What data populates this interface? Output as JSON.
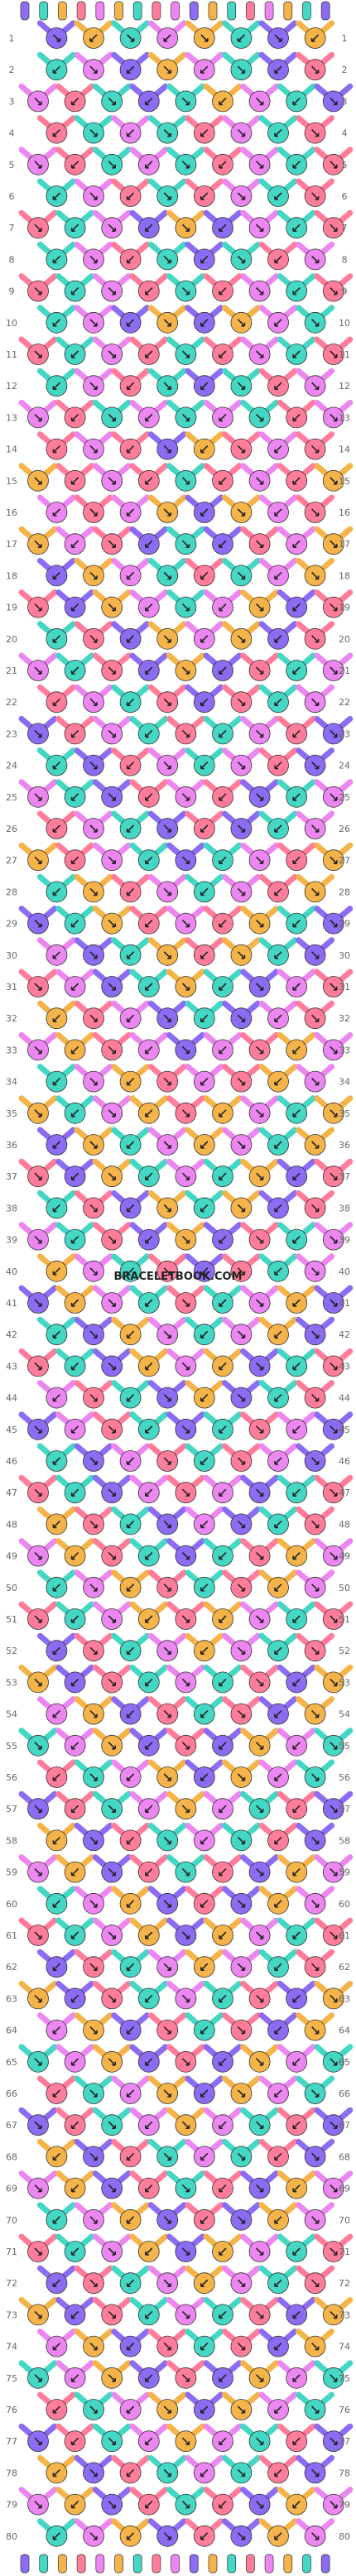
{
  "diagram": {
    "watermark": "BRACELETBOOK.COM",
    "row_count": 80,
    "colors": {
      "A": "#8b6cf2",
      "B": "#f5b44a",
      "C": "#ec86f0",
      "D": "#44d7c3",
      "E": "#ff7d9a"
    },
    "thread_order": [
      "A",
      "D",
      "B",
      "E",
      "C",
      "B",
      "D",
      "E",
      "C",
      "A",
      "B",
      "D",
      "E",
      "C",
      "B",
      "D",
      "A"
    ],
    "knot_rows": [
      [
        "A",
        "B",
        "D",
        "C",
        "B",
        "D",
        "A",
        "B"
      ],
      [
        "D",
        "C",
        "A",
        "B",
        "C",
        "D",
        "A",
        "E"
      ],
      [
        "C",
        "E",
        "D",
        "A",
        "D",
        "B",
        "C",
        "D",
        "A"
      ],
      [
        "E",
        "D",
        "C",
        "D",
        "E",
        "C",
        "D",
        "E"
      ],
      [
        "C",
        "E",
        "D",
        "C",
        "D",
        "E",
        "C",
        "D",
        "E"
      ],
      [
        "D",
        "C",
        "E",
        "D",
        "E",
        "C",
        "D",
        "E"
      ],
      [
        "E",
        "D",
        "C",
        "A",
        "B",
        "A",
        "C",
        "D",
        "E"
      ],
      [
        "D",
        "C",
        "E",
        "D",
        "A",
        "D",
        "E",
        "C"
      ],
      [
        "E",
        "D",
        "C",
        "E",
        "D",
        "E",
        "C",
        "D",
        "E"
      ],
      [
        "D",
        "C",
        "A",
        "B",
        "A",
        "B",
        "C",
        "D"
      ],
      [
        "E",
        "D",
        "C",
        "E",
        "D",
        "E",
        "C",
        "D",
        "E"
      ],
      [
        "D",
        "C",
        "E",
        "D",
        "A",
        "D",
        "E",
        "C"
      ],
      [
        "C",
        "E",
        "D",
        "C",
        "D",
        "C",
        "D",
        "E",
        "C"
      ],
      [
        "E",
        "C",
        "E",
        "A",
        "B",
        "E",
        "C",
        "E"
      ],
      [
        "B",
        "E",
        "C",
        "E",
        "D",
        "E",
        "C",
        "E",
        "B"
      ],
      [
        "C",
        "E",
        "C",
        "B",
        "A",
        "B",
        "C",
        "E"
      ],
      [
        "B",
        "C",
        "E",
        "A",
        "D",
        "A",
        "E",
        "C",
        "B"
      ],
      [
        "A",
        "B",
        "C",
        "D",
        "E",
        "D",
        "C",
        "B"
      ],
      [
        "E",
        "A",
        "B",
        "C",
        "D",
        "C",
        "B",
        "A",
        "E"
      ],
      [
        "D",
        "E",
        "A",
        "B",
        "C",
        "B",
        "A",
        "E"
      ],
      [
        "C",
        "D",
        "E",
        "A",
        "B",
        "A",
        "E",
        "D",
        "C"
      ],
      [
        "E",
        "C",
        "D",
        "E",
        "A",
        "E",
        "D",
        "C"
      ],
      [
        "A",
        "E",
        "C",
        "D",
        "E",
        "D",
        "C",
        "E",
        "A"
      ],
      [
        "D",
        "A",
        "E",
        "C",
        "D",
        "C",
        "E",
        "A"
      ],
      [
        "C",
        "D",
        "A",
        "E",
        "C",
        "E",
        "A",
        "D",
        "C"
      ],
      [
        "E",
        "C",
        "D",
        "A",
        "E",
        "A",
        "D",
        "C"
      ],
      [
        "B",
        "E",
        "C",
        "D",
        "A",
        "D",
        "C",
        "E",
        "B"
      ],
      [
        "D",
        "B",
        "E",
        "C",
        "D",
        "C",
        "E",
        "B"
      ],
      [
        "A",
        "D",
        "B",
        "E",
        "C",
        "E",
        "B",
        "D",
        "A"
      ],
      [
        "C",
        "A",
        "D",
        "B",
        "E",
        "B",
        "D",
        "A"
      ],
      [
        "E",
        "C",
        "A",
        "D",
        "B",
        "D",
        "A",
        "C",
        "E"
      ],
      [
        "B",
        "E",
        "C",
        "A",
        "D",
        "A",
        "C",
        "E"
      ],
      [
        "C",
        "B",
        "E",
        "C",
        "A",
        "C",
        "E",
        "B",
        "C"
      ],
      [
        "D",
        "C",
        "B",
        "E",
        "C",
        "E",
        "B",
        "C"
      ],
      [
        "B",
        "D",
        "C",
        "B",
        "E",
        "B",
        "C",
        "D",
        "B"
      ],
      [
        "A",
        "B",
        "D",
        "C",
        "B",
        "C",
        "D",
        "B"
      ],
      [
        "E",
        "A",
        "B",
        "D",
        "C",
        "D",
        "B",
        "A",
        "E"
      ],
      [
        "D",
        "E",
        "A",
        "B",
        "D",
        "B",
        "A",
        "E"
      ],
      [
        "C",
        "D",
        "E",
        "A",
        "B",
        "A",
        "E",
        "D",
        "C"
      ],
      [
        "B",
        "C",
        "D",
        "E",
        "A",
        "E",
        "D",
        "C"
      ],
      [
        "A",
        "B",
        "C",
        "D",
        "E",
        "D",
        "C",
        "B",
        "A"
      ],
      [
        "D",
        "A",
        "B",
        "C",
        "D",
        "C",
        "B",
        "A"
      ],
      [
        "E",
        "D",
        "A",
        "B",
        "C",
        "B",
        "A",
        "D",
        "E"
      ],
      [
        "C",
        "E",
        "D",
        "A",
        "B",
        "A",
        "D",
        "E"
      ],
      [
        "A",
        "C",
        "E",
        "D",
        "A",
        "D",
        "E",
        "C",
        "A"
      ],
      [
        "D",
        "A",
        "C",
        "E",
        "D",
        "E",
        "C",
        "A"
      ],
      [
        "E",
        "D",
        "A",
        "C",
        "E",
        "C",
        "A",
        "D",
        "E"
      ],
      [
        "B",
        "E",
        "D",
        "A",
        "C",
        "A",
        "D",
        "E"
      ],
      [
        "C",
        "B",
        "E",
        "D",
        "A",
        "D",
        "E",
        "B",
        "C"
      ],
      [
        "D",
        "C",
        "B",
        "E",
        "D",
        "E",
        "B",
        "C"
      ],
      [
        "E",
        "D",
        "C",
        "B",
        "E",
        "B",
        "C",
        "D",
        "E"
      ],
      [
        "A",
        "E",
        "D",
        "C",
        "B",
        "C",
        "D",
        "E"
      ],
      [
        "B",
        "A",
        "E",
        "D",
        "C",
        "D",
        "E",
        "A",
        "B"
      ],
      [
        "C",
        "B",
        "A",
        "E",
        "D",
        "E",
        "A",
        "B"
      ],
      [
        "D",
        "C",
        "B",
        "A",
        "E",
        "A",
        "B",
        "C",
        "D"
      ],
      [
        "E",
        "D",
        "C",
        "B",
        "A",
        "B",
        "C",
        "D"
      ],
      [
        "A",
        "E",
        "D",
        "C",
        "B",
        "C",
        "D",
        "E",
        "A"
      ],
      [
        "B",
        "A",
        "E",
        "D",
        "C",
        "D",
        "E",
        "A"
      ],
      [
        "C",
        "B",
        "A",
        "E",
        "D",
        "E",
        "A",
        "B",
        "C"
      ],
      [
        "D",
        "C",
        "B",
        "A",
        "E",
        "A",
        "B",
        "C"
      ],
      [
        "E",
        "D",
        "C",
        "B",
        "A",
        "B",
        "C",
        "D",
        "E"
      ],
      [
        "A",
        "E",
        "D",
        "C",
        "B",
        "C",
        "D",
        "E"
      ],
      [
        "B",
        "A",
        "E",
        "D",
        "C",
        "D",
        "E",
        "A",
        "B"
      ],
      [
        "C",
        "B",
        "A",
        "E",
        "D",
        "E",
        "A",
        "B"
      ],
      [
        "D",
        "C",
        "B",
        "A",
        "E",
        "A",
        "B",
        "C",
        "D"
      ],
      [
        "E",
        "D",
        "C",
        "B",
        "A",
        "B",
        "C",
        "D"
      ],
      [
        "A",
        "E",
        "D",
        "C",
        "B",
        "C",
        "D",
        "E",
        "A"
      ],
      [
        "B",
        "A",
        "E",
        "D",
        "C",
        "D",
        "E",
        "A"
      ],
      [
        "C",
        "B",
        "A",
        "E",
        "D",
        "E",
        "A",
        "B",
        "C"
      ],
      [
        "D",
        "C",
        "B",
        "A",
        "E",
        "A",
        "B",
        "C"
      ],
      [
        "E",
        "D",
        "C",
        "B",
        "A",
        "B",
        "C",
        "D",
        "E"
      ],
      [
        "A",
        "E",
        "D",
        "C",
        "B",
        "C",
        "D",
        "E"
      ],
      [
        "B",
        "A",
        "E",
        "D",
        "C",
        "D",
        "E",
        "A",
        "B"
      ],
      [
        "C",
        "B",
        "A",
        "E",
        "D",
        "E",
        "A",
        "B"
      ],
      [
        "D",
        "C",
        "B",
        "A",
        "E",
        "A",
        "B",
        "C",
        "D"
      ],
      [
        "E",
        "D",
        "C",
        "B",
        "A",
        "B",
        "C",
        "D"
      ],
      [
        "A",
        "E",
        "D",
        "C",
        "B",
        "C",
        "D",
        "E",
        "A"
      ],
      [
        "B",
        "A",
        "E",
        "D",
        "C",
        "D",
        "E",
        "A"
      ],
      [
        "C",
        "B",
        "A",
        "E",
        "D",
        "E",
        "A",
        "B",
        "C"
      ],
      [
        "D",
        "C",
        "B",
        "A",
        "E",
        "A",
        "B",
        "C"
      ]
    ]
  }
}
